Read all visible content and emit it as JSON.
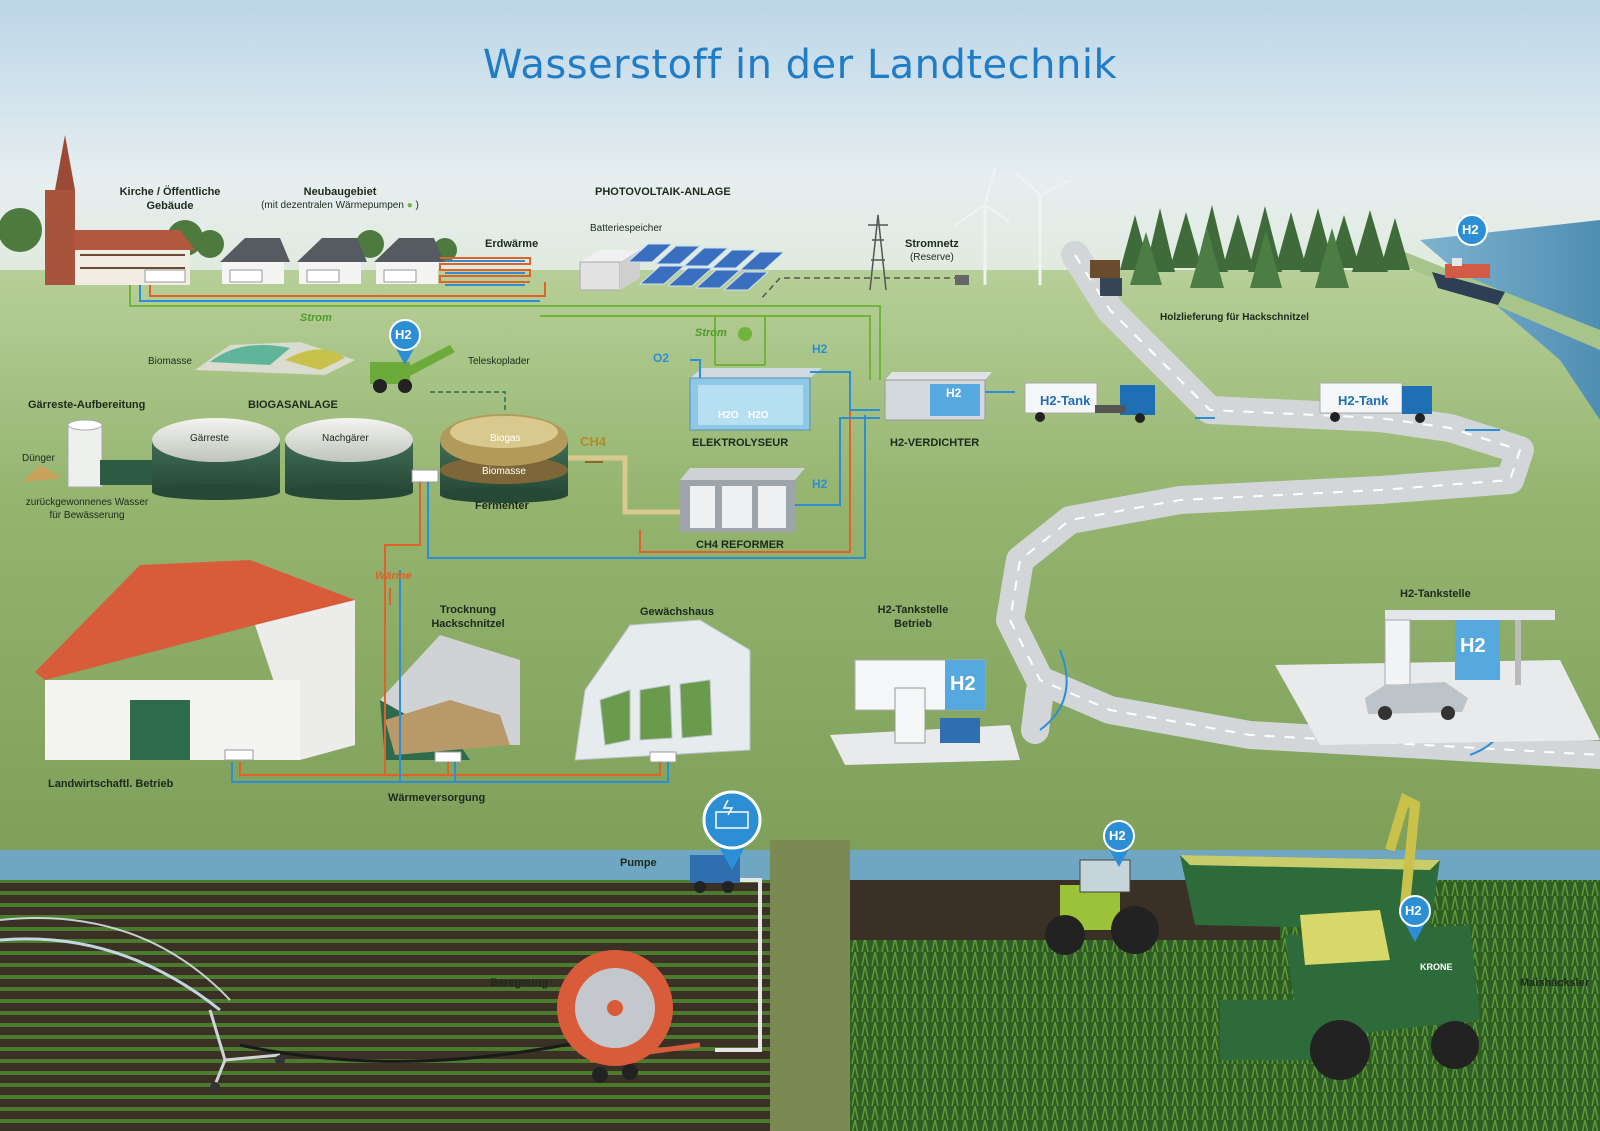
{
  "title": "Wasserstoff in der Landtechnik",
  "colors": {
    "title": "#1f7cc6",
    "sky_top": "#c4dcea",
    "sky_bottom": "#eaf1ea",
    "grass": "#8fb06a",
    "grass_light": "#a6c585",
    "hydrogen": "#2c8fd6",
    "heat": "#e0612a",
    "power": "#6fb53a",
    "methane": "#b58a2a",
    "road": "#d3d6d9",
    "field_dark": "#3c3227"
  },
  "labels": {
    "kirche": "Kirche / Öffentliche Gebäude",
    "neubaugebiet": "Neubaugebiet",
    "neubaugebiet_sub": "(mit dezentralen Wärmepumpen",
    "neubaugebiet_sub_end": ")",
    "photovoltaik": "PHOTOVOLTAIK-ANLAGE",
    "batteriespeicher": "Batteriespeicher",
    "erdwaerme": "Erdwärme",
    "stromnetz": "Stromnetz",
    "stromnetz_sub": "(Reserve)",
    "holzlieferung": "Holzlieferung für Hackschnitzel",
    "strom_left": "Strom",
    "strom_mid": "Strom",
    "biomasse_top": "Biomasse",
    "teleskoplader": "Teleskoplader",
    "gaerreste_aufbereitung": "Gärreste-Aufbereitung",
    "biogasanlage": "BIOGASANLAGE",
    "duenger": "Dünger",
    "wasser": "zurückgewonnenes Wasser für Bewässerung",
    "gaerreste": "Gärreste",
    "nachgaerer": "Nachgärer",
    "biogas": "Biogas",
    "biomasse_fermenter": "Biomasse",
    "fermenter": "Fermenter",
    "ch4": "CH4",
    "o2": "O2",
    "h2_elektro": "H2",
    "h2o_1": "H2O",
    "h2o_2": "H2O",
    "elektrolyseur": "ELEKTROLYSEUR",
    "h2_reformer": "H2",
    "ch4_reformer": "CH4 REFORMER",
    "h2_verdichter_label": "H2-VERDICHTER",
    "h2_verdichter_box": "H2",
    "h2_tank_1": "H2-Tank",
    "h2_tank_2": "H2-Tank",
    "waerme": "Wärme",
    "trocknung": "Trocknung Hackschnitzel",
    "gewaechshaus": "Gewächshaus",
    "h2_tankstelle_betrieb": "H2-Tankstelle Betrieb",
    "h2_tankstelle": "H2-Tankstelle",
    "h2_station_sign_1": "H2",
    "h2_station_sign_2": "H2",
    "landwirtschaftl": "Landwirtschaftl. Betrieb",
    "waermeversorgung": "Wärmeversorgung",
    "pumpe": "Pumpe",
    "beregnung": "Beregnung",
    "maishaecksler": "Maishäcksler",
    "krone": "KRONE"
  },
  "markers": [
    {
      "id": "marker-ship",
      "text": "H2"
    },
    {
      "id": "marker-teleskoplader",
      "text": "H2"
    },
    {
      "id": "marker-tractor",
      "text": "H2"
    },
    {
      "id": "marker-haecksler",
      "text": "H2"
    }
  ],
  "icons": {
    "pumpe_marker": "fuel-cell-icon",
    "power": "lightning-icon",
    "heatpump": "heat-pump-icon"
  }
}
